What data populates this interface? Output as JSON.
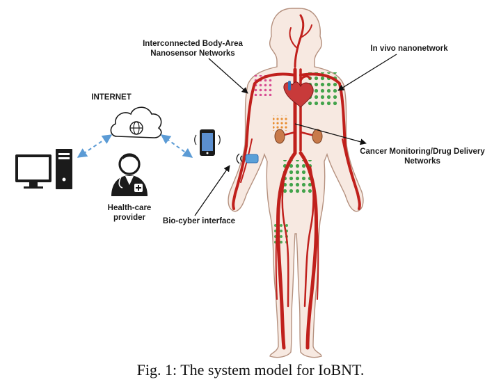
{
  "labels": {
    "internet": "INTERNET",
    "body_area_line1": "Interconnected Body-Area",
    "body_area_line2": "Nanosensor Networks",
    "in_vivo": "In vivo nanonetwork",
    "cancer_line1": "Cancer Monitoring/Drug Delivery",
    "cancer_line2": "Networks",
    "provider_line1": "Health-care",
    "provider_line2": "provider",
    "bio_cyber": "Bio-cyber interface"
  },
  "caption": "Fig. 1: The system model for IoBNT.",
  "colors": {
    "vessel": "#c0201c",
    "skin": "#f7e9e1",
    "skin_outline": "#b5917f",
    "nano_green": "#2f9b3a",
    "nano_pink": "#d43c8a",
    "nano_orange": "#e88a2a",
    "link_dashed": "#5b9bd5",
    "icon_dark": "#1b1b1b"
  },
  "icons": [
    "desktop-computer-icon",
    "cloud-internet-icon",
    "smartphone-icon",
    "health-care-provider-icon",
    "wrist-sensor-icon",
    "heart-icon",
    "kidney-icon"
  ]
}
